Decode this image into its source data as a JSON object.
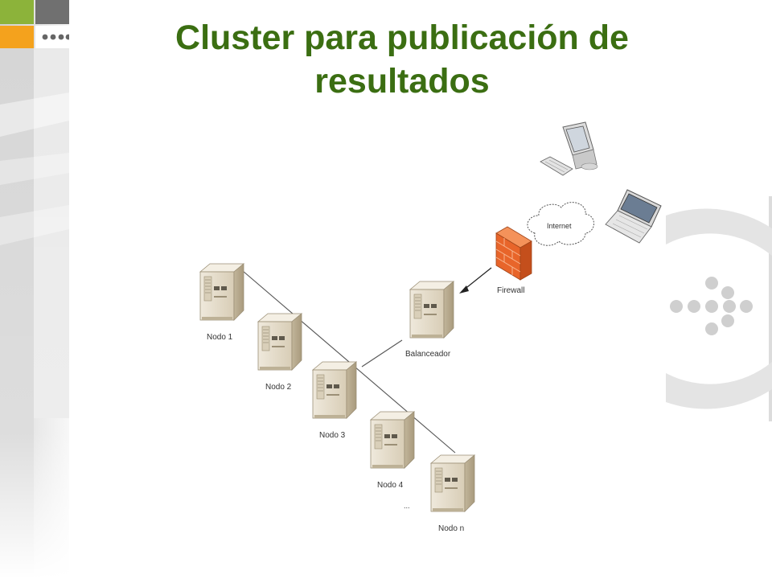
{
  "slide": {
    "title": "Cluster para publicación de resultados"
  },
  "diagram": {
    "internet_label": "Internet",
    "firewall_label": "Firewall",
    "balancer_label": "Balanceador",
    "nodes": [
      "Nodo 1",
      "Nodo 2",
      "Nodo 3",
      "Nodo 4",
      "Nodo n"
    ],
    "ellipsis": "..."
  },
  "colors": {
    "title": "#3b6e12",
    "accent_green": "#8cb33a",
    "accent_orange": "#f4a21d",
    "firewall": "#e8652a",
    "server": "#e8e0d0"
  }
}
